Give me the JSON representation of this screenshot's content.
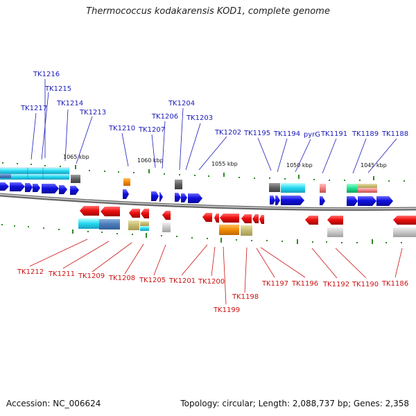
{
  "title": "Thermococcus kodakarensis KOD1, complete genome",
  "footer": {
    "accession": "Accession: NC_006624",
    "stats": "Topology: circular; Length: 2,088,737 bp; Genes: 2,358"
  },
  "scale_labels": [
    "1065 kbp",
    "1060 kbp",
    "1055 kbp",
    "1050 kbp",
    "1045 kbp"
  ],
  "forward_genes": [
    "TK1216",
    "TK1215",
    "TK1217",
    "TK1214",
    "TK1213",
    "TK1210",
    "TK1207",
    "TK1206",
    "TK1204",
    "TK1203",
    "TK1202",
    "TK1195",
    "TK1194",
    "pyrG",
    "TK1191",
    "TK1189",
    "TK1188"
  ],
  "reverse_genes": [
    "TK1212",
    "TK1211",
    "TK1209",
    "TK1208",
    "TK1205",
    "TK1201",
    "TK1200",
    "TK1199",
    "TK1198",
    "TK1197",
    "TK1196",
    "TK1192",
    "TK1190",
    "TK1186"
  ],
  "colors": {
    "forward": "#1010e0",
    "reverse": "#ee1010",
    "backbone": "#777777",
    "ticks": "#2e8b22"
  }
}
